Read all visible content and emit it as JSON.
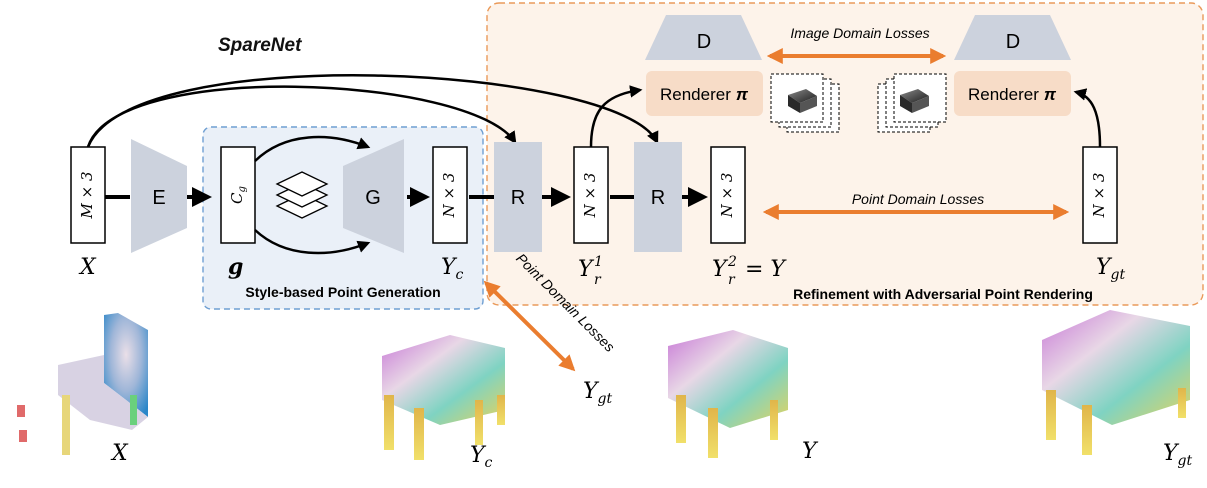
{
  "title": "SpareNet",
  "regions": {
    "style_label": "Style-based Point Generation",
    "refine_label": "Refinement with Adversarial Point Rendering"
  },
  "blocks": {
    "encoder": "E",
    "generator": "G",
    "refiner": "R",
    "discriminator": "D",
    "renderer": "Renderer",
    "renderer_symbol": "π"
  },
  "tensors": {
    "input_shape": "M × 3",
    "code_base": "C",
    "code_sub": "g",
    "point_shape": "N × 3"
  },
  "symbols": {
    "x": "X",
    "g": "g",
    "y_base": "Y",
    "sub_c": "c",
    "sub_r": "r",
    "sup_1": "1",
    "sup_2": "2",
    "eq_y": "= Y",
    "sub_gt": "gt"
  },
  "losses": {
    "image": "Image Domain Losses",
    "point": "Point Domain Losses",
    "point_diag": "Point Domain Losses"
  },
  "colors": {
    "accent_orange": "#ea7d2f",
    "block_gray": "#ccd2dd",
    "renderer_fill": "#f7dcc7",
    "style_region": "#eaf0f8",
    "refine_region": "#fdf3ea"
  }
}
